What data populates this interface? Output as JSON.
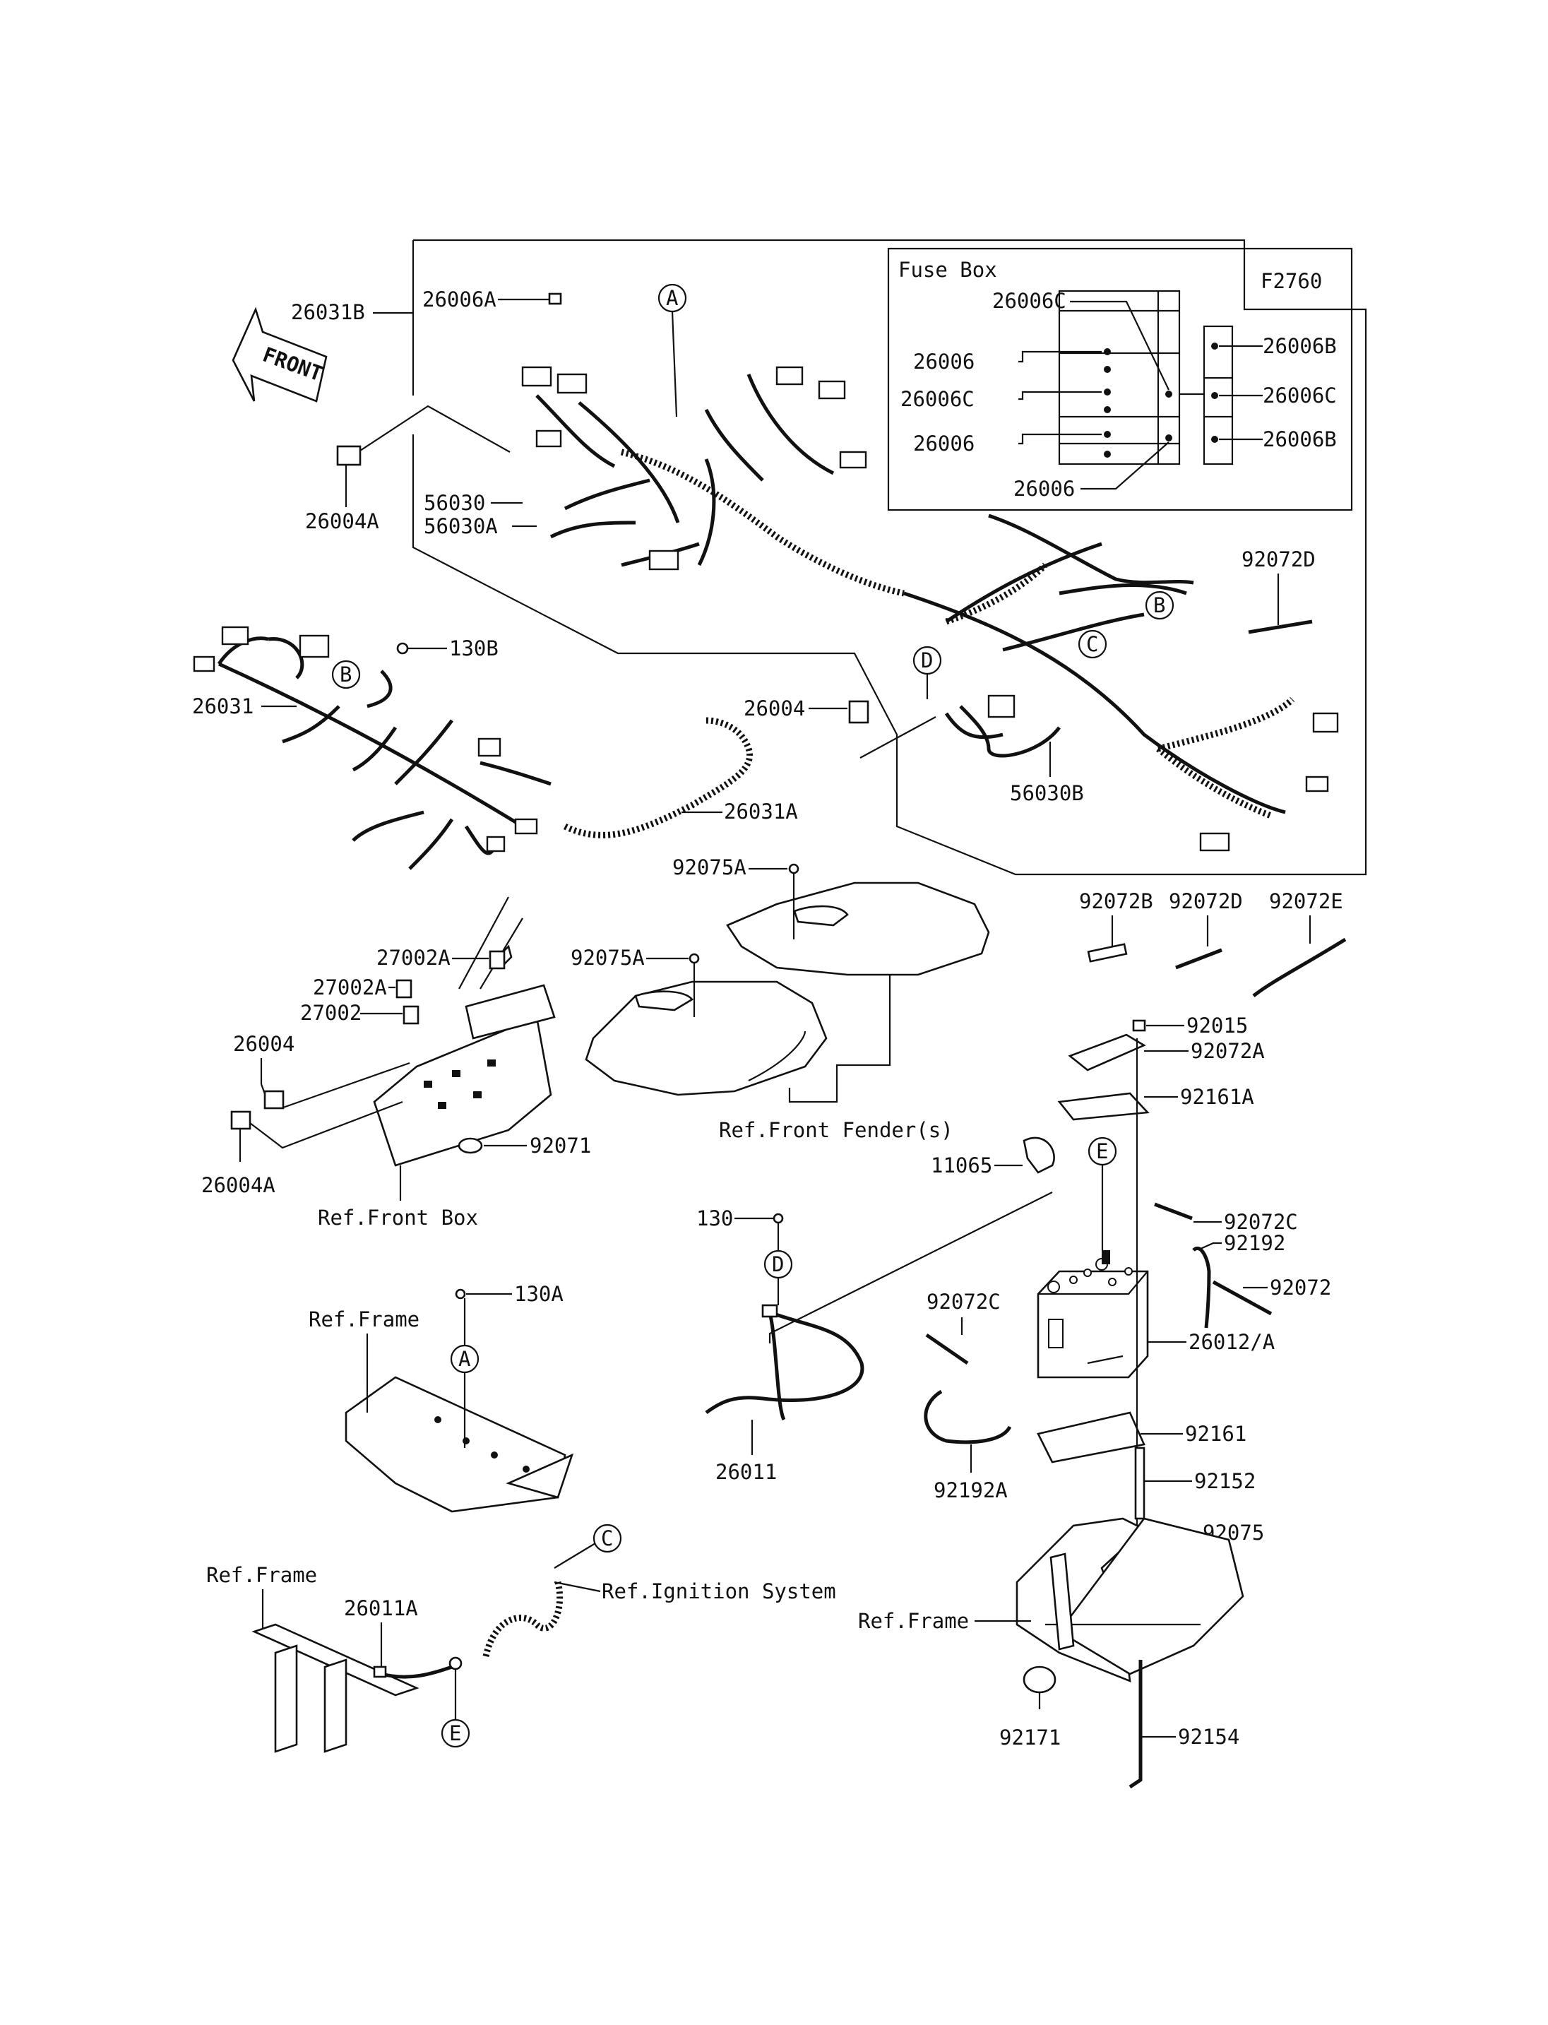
{
  "figure_code": "F2760",
  "fuse_box_title": "Fuse Box",
  "front_arrow": "FRONT",
  "labels": {
    "p26006A": "26006A",
    "p26031B": "26031B",
    "p26004A_top": "26004A",
    "p56030": "56030",
    "p56030A": "56030A",
    "p26006C_top": "26006C",
    "p26006_1": "26006",
    "p26006C_2": "26006C",
    "p26006_3": "26006",
    "p26006_4": "26006",
    "p26006B_1": "26006B",
    "p26006C_r": "26006C",
    "p26006B_2": "26006B",
    "p92072D_top": "92072D",
    "p130B": "130B",
    "p26031": "26031",
    "p26004_mid": "26004",
    "p56030B": "56030B",
    "p26031A": "26031A",
    "p92075A_1": "92075A",
    "p92075A_2": "92075A",
    "p92072B": "92072B",
    "p92072D_2": "92072D",
    "p92072E": "92072E",
    "p27002A_1": "27002A",
    "p27002A_2": "27002A",
    "p27002": "27002",
    "p26004_left": "26004",
    "p26004A_left": "26004A",
    "p92071": "92071",
    "ref_front_box": "Ref.Front Box",
    "ref_front_fenders": "Ref.Front Fender(s)",
    "p92015": "92015",
    "p92072A": "92072A",
    "p92161A": "92161A",
    "p11065": "11065",
    "p130": "130",
    "p92072C_1": "92072C",
    "p92192": "92192",
    "p92072": "92072",
    "p92072C_2": "92072C",
    "p26012A": "26012/A",
    "p130A": "130A",
    "ref_frame_1": "Ref.Frame",
    "p26011": "26011",
    "p92192A": "92192A",
    "p92161": "92161",
    "p92152": "92152",
    "p92075": "92075",
    "ref_frame_2": "Ref.Frame",
    "ref_frame_3": "Ref.Frame",
    "p26011A": "26011A",
    "ref_ignition": "Ref.Ignition System",
    "p92171": "92171",
    "p92154": "92154"
  },
  "callouts": {
    "A": "A",
    "B": "B",
    "C": "C",
    "D": "D",
    "E": "E"
  }
}
